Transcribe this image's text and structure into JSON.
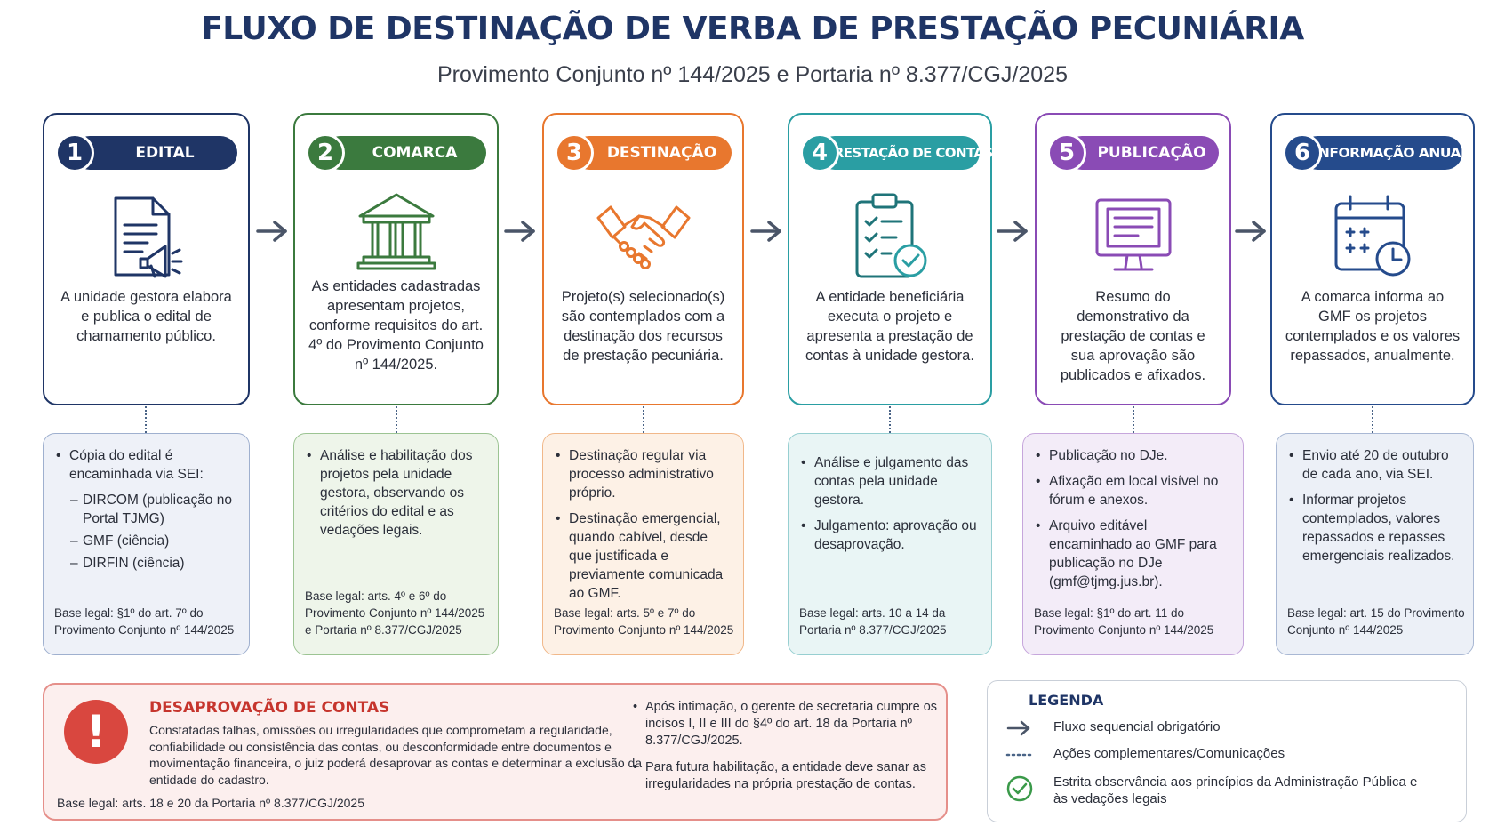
{
  "title": "FLUXO DE DESTINAÇÃO DE VERBA DE PRESTAÇÃO PECUNIÁRIA",
  "subtitle": "Provimento Conjunto nº 144/2025 e Portaria nº 8.377/CGJ/2025",
  "colors": {
    "edital": "#1f3566",
    "comarca": "#3b7a3e",
    "destinacao": "#e8772e",
    "prestacao": "#2a9ea3",
    "publicacao": "#8a4bb5",
    "informacao": "#254b8c",
    "alert": "#d9473f"
  },
  "steps": [
    {
      "num": "1",
      "label": "EDITAL",
      "icon": "document-megaphone-icon",
      "desc": "A unidade gestora elabora e publica o edital de chamamento público.",
      "bullets": [
        "Cópia do edital é encaminhada via SEI:"
      ],
      "dashes": [
        "DIRCOM (publicação no Portal TJMG)",
        "GMF (ciência)",
        "DIRFIN (ciência)"
      ],
      "base": "Base legal: §1º do art. 7º do Provimento Conjunto nº 144/2025"
    },
    {
      "num": "2",
      "label": "COMARCA",
      "icon": "courthouse-icon",
      "desc": "As entidades cadastradas apresentam projetos, conforme requisitos do art. 4º do Provimento Conjunto nº 144/2025.",
      "bullets": [
        "Análise e habilitação dos projetos pela unidade gestora, observando os critérios do edital e as vedações legais."
      ],
      "base": "Base legal: arts. 4º e 6º do Provimento Conjunto nº 144/2025 e Portaria nº 8.377/CGJ/2025"
    },
    {
      "num": "3",
      "label": "DESTINAÇÃO",
      "icon": "handshake-icon",
      "desc": "Projeto(s) selecionado(s) são contemplados com a destinação dos recursos de prestação pecuniária.",
      "bullets": [
        "Destinação regular via processo administrativo próprio.",
        "Destinação emergencial, quando cabível, desde que justificada e previamente comunicada ao GMF."
      ],
      "base": "Base legal: arts. 5º e 7º do Provimento Conjunto nº 144/2025"
    },
    {
      "num": "4",
      "label": "PRESTAÇÃO DE CONTAS",
      "icon": "clipboard-check-icon",
      "desc": "A entidade beneficiária executa o projeto e apresenta a prestação de contas à unidade gestora.",
      "bullets": [
        "Análise e julgamento das contas pela unidade gestora.",
        "Julgamento: aprovação ou desaprovação."
      ],
      "base": "Base legal: arts. 10 a 14 da Portaria nº 8.377/CGJ/2025"
    },
    {
      "num": "5",
      "label": "PUBLICAÇÃO",
      "icon": "monitor-document-icon",
      "desc": "Resumo do demonstrativo da prestação de contas e sua aprovação são publicados e afixados.",
      "bullets": [
        "Publicação no DJe.",
        "Afixação em local visível no fórum e anexos.",
        "Arquivo editável encaminhado ao GMF para publicação no DJe (gmf@tjmg.jus.br)."
      ],
      "base": "Base legal: §1º do art. 11 do Provimento Conjunto nº 144/2025"
    },
    {
      "num": "6",
      "label": "INFORMAÇÃO ANUAL",
      "icon": "calendar-clock-icon",
      "desc": "A comarca informa ao GMF os projetos contemplados e os valores repassados, anualmente.",
      "bullets": [
        "Envio até 20 de outubro de cada ano, via SEI.",
        "Informar projetos contemplados, valores repassados e repasses emergenciais realizados."
      ],
      "base": "Base legal: art. 15 do Provimento Conjunto nº 144/2025"
    }
  ],
  "alert": {
    "title": "DESAPROVAÇÃO DE CONTAS",
    "text": "Constatadas falhas, omissões ou irregularidades que comprometam a regularidade, confiabilidade ou consistência das contas, ou desconformidade entre documentos e movimentação financeira, o juiz poderá desaprovar as contas e determinar a exclusão da entidade do cadastro.",
    "base": "Base legal: arts. 18 e 20 da Portaria nº 8.377/CGJ/2025",
    "bullets": [
      "Após intimação, o gerente de secretaria cumpre os incisos I, II e III do §4º do art. 18 da Portaria nº 8.377/CGJ/2025.",
      "Para futura habilitação, a entidade deve sanar as irregularidades na própria prestação de contas."
    ]
  },
  "legend": {
    "title": "LEGENDA",
    "items": [
      "Fluxo sequencial obrigatório",
      "Ações complementares/Comunicações",
      "Estrita observância aos princípios da Administração Pública e às vedações legais"
    ]
  }
}
